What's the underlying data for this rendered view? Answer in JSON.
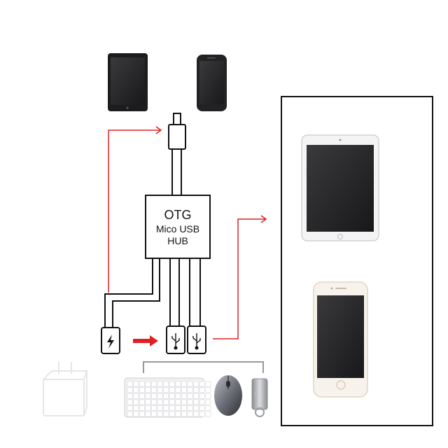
{
  "hub": {
    "line1": "OTG",
    "line2": "Mico USB",
    "line3": "HUB"
  },
  "colors": {
    "arrow": "#e02020",
    "wire": "#111111",
    "frame": "#111111",
    "tablet_dark": "#1c1c1e",
    "device_white": "#f4f4f4",
    "gold": "#e8dcc8"
  },
  "icons": {
    "charge": "lightning-bolt-icon",
    "usb": "usb-symbol-icon"
  }
}
